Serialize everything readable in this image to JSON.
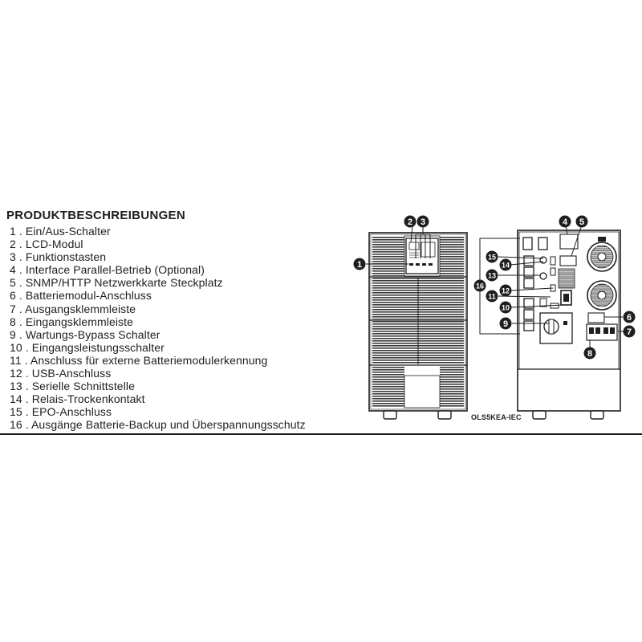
{
  "heading": "PRODUKTBESCHREIBUNGEN",
  "items": [
    {
      "num": "1",
      "label": " 1 . Ein/Aus-Schalter"
    },
    {
      "num": "2",
      "label": " 2 . LCD-Modul"
    },
    {
      "num": "3",
      "label": " 3 . Funktionstasten"
    },
    {
      "num": "4",
      "label": " 4 . Interface Parallel-Betrieb (Optional)"
    },
    {
      "num": "5",
      "label": " 5 . SNMP/HTTP Netzwerkkarte Steckplatz"
    },
    {
      "num": "6",
      "label": " 6 . Batteriemodul-Anschluss"
    },
    {
      "num": "7",
      "label": " 7 . Ausgangsklemmleiste"
    },
    {
      "num": "8",
      "label": " 8 . Eingangsklemmleiste"
    },
    {
      "num": "9",
      "label": " 9 . Wartungs-Bypass Schalter"
    },
    {
      "num": "10",
      "label": "10 . Eingangsleistungsschalter"
    },
    {
      "num": "11",
      "label": "11 . Anschluss für externe Batteriemodulerkennung"
    },
    {
      "num": "12",
      "label": "12 . USB-Anschluss"
    },
    {
      "num": "13",
      "label": "13 . Serielle Schnittstelle"
    },
    {
      "num": "14",
      "label": "14 . Relais-Trockenkontakt"
    },
    {
      "num": "15",
      "label": "15 . EPO-Anschluss"
    },
    {
      "num": "16",
      "label": "16 . Ausgänge Batterie-Backup und Überspannungsschutz"
    }
  ],
  "model_caption": "OLS5KEA-IEC",
  "colors": {
    "ink": "#1e1e1e",
    "panel": "#ffffff",
    "grille": "#3a3a3a"
  }
}
